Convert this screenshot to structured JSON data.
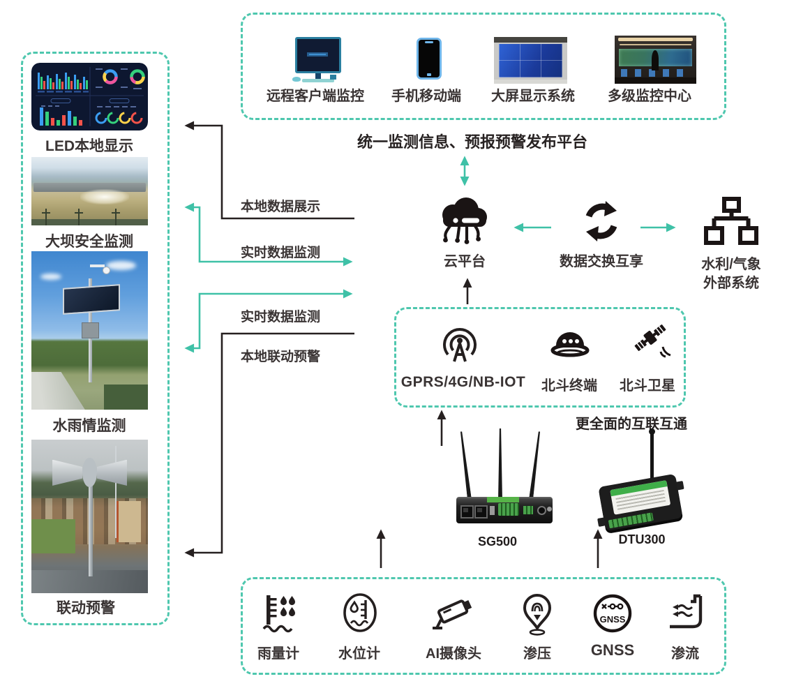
{
  "palette": {
    "accent_teal": "#3fc1a7",
    "line_black": "#262020",
    "text_dark": "#3a3434"
  },
  "top_panel": {
    "caption": "统一监测信息、预报预警发布平台",
    "items": [
      {
        "label": "远程客户端监控",
        "icon": "desktop-monitor-icon"
      },
      {
        "label": "手机移动端",
        "icon": "smartphone-icon"
      },
      {
        "label": "大屏显示系统",
        "icon": "video-wall-photo"
      },
      {
        "label": "多级监控中心",
        "icon": "control-room-photo"
      }
    ]
  },
  "cloud": {
    "label": "云平台",
    "icon": "iot-cloud-icon"
  },
  "exchange": {
    "label": "数据交换互享",
    "icon": "sync-arrows-icon"
  },
  "external": {
    "line1": "水利/气象",
    "line2": "外部系统",
    "icon": "sitemap-icon"
  },
  "comm_panel": {
    "caption": "更全面的互联互通",
    "items": [
      {
        "label": "GPRS/4G/NB-IOT",
        "icon": "broadcast-antenna-icon"
      },
      {
        "label": "北斗终端",
        "icon": "beidou-terminal-icon"
      },
      {
        "label": "北斗卫星",
        "icon": "satellite-icon"
      }
    ]
  },
  "devices": [
    {
      "label": "SG500"
    },
    {
      "label": "DTU300"
    }
  ],
  "sensor_panel": {
    "items": [
      {
        "label": "雨量计",
        "icon": "rain-gauge-icon"
      },
      {
        "label": "水位计",
        "icon": "water-level-icon"
      },
      {
        "label": "AI摄像头",
        "icon": "ai-camera-icon"
      },
      {
        "label": "渗压",
        "icon": "seepage-pressure-icon"
      },
      {
        "label": "GNSS",
        "icon": "gnss-icon",
        "icon_text": "GNSS"
      },
      {
        "label": "渗流",
        "icon": "seepage-flow-icon"
      }
    ]
  },
  "left_panel": {
    "items": [
      {
        "label": "LED本地显示",
        "icon": "led-dashboard-image"
      },
      {
        "label": "大坝安全监测",
        "icon": "dam-photo"
      },
      {
        "label": "水雨情监测",
        "icon": "monitoring-station-photo"
      },
      {
        "label": "联动预警",
        "icon": "warning-loudspeaker-photo"
      }
    ]
  },
  "flow_labels": [
    {
      "label": "本地数据展示"
    },
    {
      "label": "实时数据监测"
    },
    {
      "label": "实时数据监测"
    },
    {
      "label": "本地联动预警"
    }
  ]
}
